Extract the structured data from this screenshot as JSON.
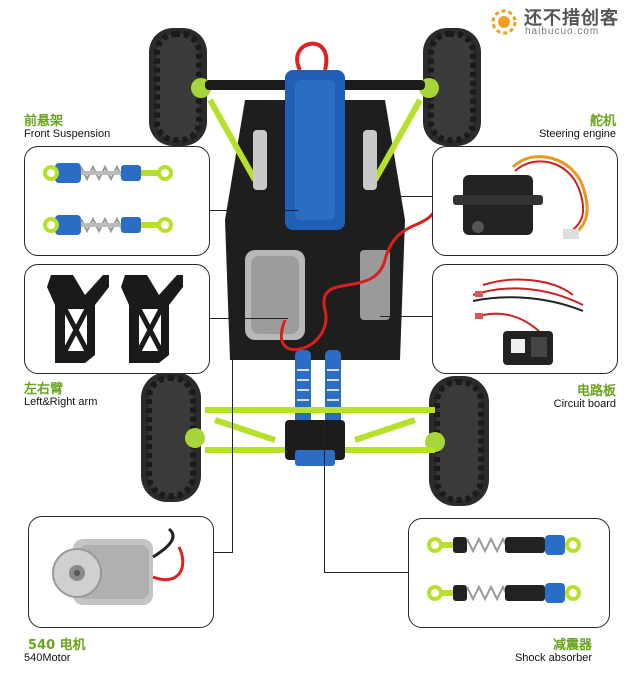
{
  "watermark": {
    "cn": "还不措创客",
    "en": "haibucuo.com",
    "icon": "gear-lightbulb-icon"
  },
  "parts": [
    {
      "id": "front-suspension",
      "cn": "前悬架",
      "en": "Front Suspension"
    },
    {
      "id": "steering-engine",
      "cn": "舵机",
      "en": "Steering engine"
    },
    {
      "id": "left-right-arm",
      "cn": "左右臂",
      "en": "Left&Right arm"
    },
    {
      "id": "circuit-board",
      "cn": "电路板",
      "en": "Circuit board"
    },
    {
      "id": "motor-540",
      "cn": "540 电机",
      "en": "540Motor"
    },
    {
      "id": "shock-absorber",
      "cn": "减震器",
      "en": "Shock absorber"
    }
  ],
  "colors": {
    "accent_green": "#6aa51f",
    "lime_chassis": "#b7e02a",
    "blue_parts": "#2b6cc4"
  }
}
